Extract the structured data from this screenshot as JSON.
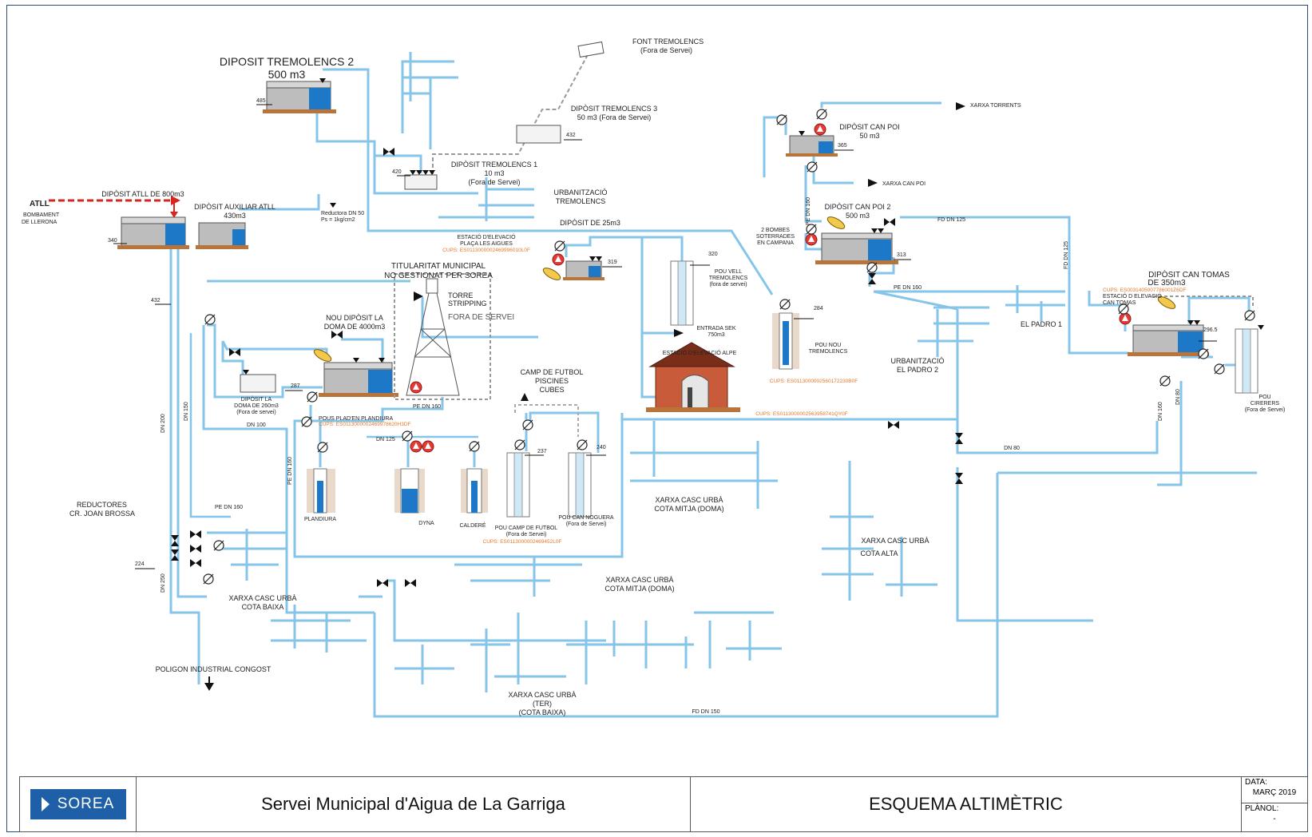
{
  "labels": {
    "diposit_tremolencs_2": "DIPOSIT TREMOLENCS 2",
    "diposit_tremolencs_2_vol": "500 m3",
    "level_485": "485",
    "font_tremolencs": "FONT TREMOLENCS",
    "font_tremolencs_state": "(Fora de Servei)",
    "diposit_tremolencs_3": "DIPÒSIT TREMOLENCS 3",
    "diposit_tremolencs_3_vol": "50 m3 (Fora de Servei)",
    "level_432a": "432",
    "diposit_tremolencs_1": "DIPÒSIT TREMOLENCS 1",
    "diposit_tremolencs_1_vol": "10 m3",
    "diposit_tremolencs_1_state": "(Fora de Servei)",
    "level_420": "420",
    "urbanitzacio_tremolencs_1": "URBANITZACIÓ",
    "urbanitzacio_tremolencs_2": "TREMOLENCS",
    "diposit_25": "DIPÒSIT DE 25m3",
    "atll": "ATLL",
    "diposit_atll_800": "DIPÒSIT ATLL DE 800m3",
    "bombament_1": "BOMBAMENT",
    "bombament_2": "DE LLERONA",
    "level_340": "340",
    "diposit_auxiliar_atll": "DIPÒSIT AUXILIAR ATLL",
    "diposit_auxiliar_vol": "430m3",
    "reductora_1": "Reductora DN 50",
    "reductora_2": "Ps = 1kg/cm2",
    "estacio_placa_1": "ESTACIÓ D'ELEVACIÓ",
    "estacio_placa_2": "PLAÇA LES AIGUES",
    "cups_placa": "CUPS: ES0113000002469996010L0F",
    "level_319": "319",
    "titularitat_1": "TITULARITAT MUNICIPAL",
    "titularitat_2": "NO GESTIONAT PER SOREA",
    "torre_1": "TORRE",
    "torre_2": "STRIPPING",
    "torre_3": "FORA DE SERVEI",
    "level_432b": "432",
    "nou_diposit_1": "NOU DIPÒSIT LA",
    "nou_diposit_2": "DOMA DE 4000m3",
    "level_287": "287",
    "diposit_doma_1": "DIPÒSIT LA",
    "diposit_doma_2": "DOMA DE 260m3",
    "diposit_doma_3": "(Fora de servei)",
    "dn100": "DN 100",
    "pe_dn160_a": "PE DN 160",
    "pous_plandiura": "POUS PLAD'EN PLANDIURA",
    "cups_plandiura": "CUPS: ES0113000002469978620H3DF",
    "dn125": "DN 125",
    "camp_futbol_1": "CAMP DE FUTBOL",
    "camp_futbol_2": "PISCINES",
    "camp_futbol_3": "CUBES",
    "level_237": "237",
    "level_240": "240",
    "pou_vell_1": "POU VELL",
    "pou_vell_2": "TREMOLENCS",
    "pou_vell_3": "(fora de servei)",
    "level_320": "320",
    "entrada_sek_1": "ENTRADA SEK",
    "entrada_sek_2": "750m3",
    "estacio_alpe": "ESTACIÓ D'ELEVACIÓ ALPE",
    "cups_alpe": "CUPS: ES0113000002563958741QY0F",
    "level_284": "284",
    "pou_nou_1": "POU NOU",
    "pou_nou_2": "TREMOLENCS",
    "cups_pou_nou": "CUPS: ES0113000002560172230B0F",
    "plandiura": "PLANDIURA",
    "dyna": "DYNA",
    "caldere": "CALDERÉ",
    "pou_camp_1": "POU CAMP DE FUTBOL",
    "pou_camp_2": "(Fora de Servei)",
    "cups_camp": "CUPS: ES0113000002469452L0F",
    "pou_noguera_1": "POU CAN NOGUERA",
    "pou_noguera_2": "(Fora de Servei)",
    "pe_dn160_b": "PE DN 160",
    "pe_dn160_c": "PE DN 160",
    "reductores_1": "REDUCTORES",
    "reductores_2": "CR. JOAN BROSSA",
    "level_224": "224",
    "dn200": "DN 200",
    "dn150": "DN 150",
    "dn250": "DN 250",
    "pe_dn160_v": "PE DN 160",
    "xarxa_baixa_1": "XARXA CASC URBÀ",
    "xarxa_baixa_2": "COTA BAIXA",
    "poligon": "POLIGON INDUSTRIAL CONGOST",
    "xarxa_mitja1_1": "XARXA CASC URBÀ",
    "xarxa_mitja1_2": "COTA MITJA (DOMA)",
    "xarxa_mitja2_1": "XARXA CASC URBÀ",
    "xarxa_mitja2_2": "COTA MITJA (DOMA)",
    "xarxa_ter_1": "XARXA CASC URBÀ",
    "xarxa_ter_2": "(TER)",
    "xarxa_ter_3": "(COTA BAIXA)",
    "fd_dn150": "FD DN 150",
    "xarxa_alta_1": "XARXA CASC URBÀ",
    "xarxa_alta_2": "COTA ALTA",
    "dn80": "DN 80",
    "xarxa_torrents": "XARXA TORRENTS",
    "diposit_can_poi": "DIPÒSIT CAN POI",
    "diposit_can_poi_vol": "50 m3",
    "level_365": "365",
    "xarxa_can_poi": "XARXA CAN POI",
    "pe_dn160_v2": "PE DN 160",
    "diposit_can_poi2": "DIPÒSIT CAN POI 2",
    "diposit_can_poi2_vol": "500 m3",
    "bombes_1": "2 BOMBES",
    "bombes_2": "SOTERRADES",
    "bombes_3": "EN CAMPANA",
    "level_313": "313",
    "fd_dn125_h": "FD DN 125",
    "fd_dn125_v": "FD DN 125",
    "pe_dn160_d": "PE DN 160",
    "urb_padro2_1": "URBANITZACIÓ",
    "urb_padro2_2": "EL PADRO 2",
    "padro1": "EL PADRO 1",
    "diposit_can_tomas_1": "DIPÒSIT CAN TOMAS",
    "diposit_can_tomas_2": "DE 350m3",
    "cups_tomas": "CUPS: ES0031405007786001Z6DF",
    "estacio_tomas_1": "ESTACIÓ D ELEVACIÓ",
    "estacio_tomas_2": "CAN TOMAS",
    "level_2965": "296.5",
    "pou_cirerers_1": "POU",
    "pou_cirerers_2": "CIRERERS",
    "pou_cirerers_3": "(Fora de Servei)",
    "dn160_v": "DN 160",
    "dn80_v": "DN 80",
    "pe_dn160_e": "PE DN 160"
  },
  "titleblock": {
    "logo": "SOREA",
    "service": "Servei Municipal d'Aigua de La Garriga",
    "scheme": "ESQUEMA ALTIMÈTRIC",
    "date_label": "DATA:",
    "date_value": "MARÇ 2019",
    "plan_label": "PLÀNOL:",
    "plan_value": "-"
  },
  "colors": {
    "pipe": "#86c5ea",
    "water": "#1e78c8",
    "atll_line": "#d9251d",
    "pump": "#e53935",
    "cups_text": "#e8782a",
    "frame": "#2a4a7a",
    "logo_bg": "#1f5fa8"
  }
}
